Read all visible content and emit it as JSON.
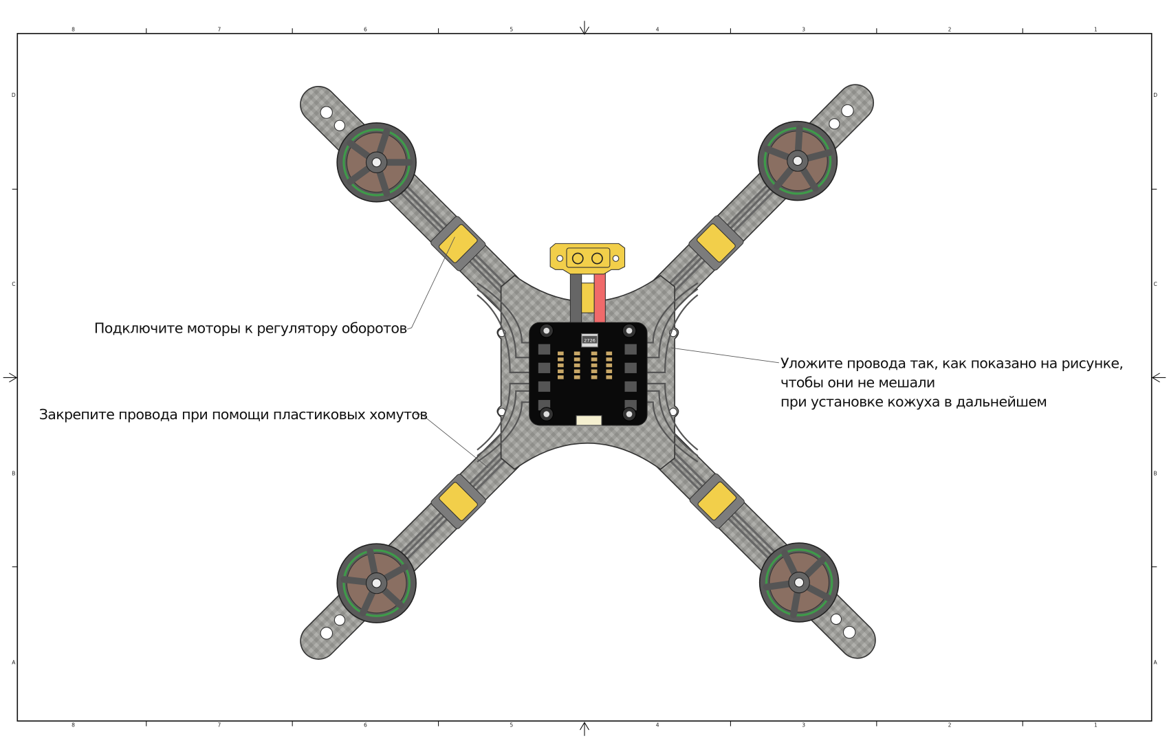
{
  "frame": {
    "columns": [
      "8",
      "7",
      "6",
      "5",
      "4",
      "3",
      "2",
      "1"
    ],
    "rows": [
      "D",
      "C",
      "B",
      "A"
    ]
  },
  "notes": {
    "motors": "Подключите моторы к регулятору оборотов",
    "ties": "Закрепите провода при помощи пластиковых хомутов",
    "wires": [
      "Уложите провода так, как показано на рисунке,",
      "чтобы они не мешали",
      "при установке кожуха в дальнейшем"
    ]
  },
  "board": {
    "chip_label": "2726"
  },
  "colors": {
    "carbon": "#9c9c98",
    "motor_ring": "#3f9a4a",
    "connector": "#f2cf4a",
    "pcb": "#0a0a0a",
    "wire_red": "#f06a6a"
  }
}
